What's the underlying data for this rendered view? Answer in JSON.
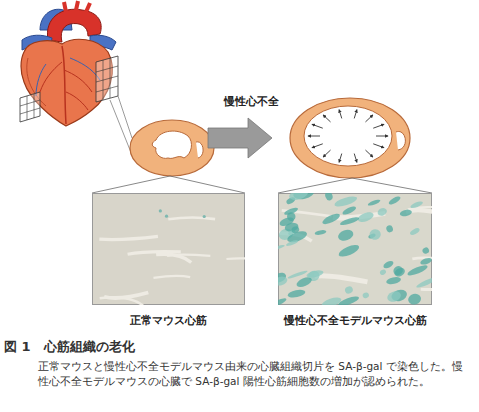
{
  "diagram": {
    "title": "図 1　心筋組織の老化",
    "caption": "正常マウスと慢性心不全モデルマウス由来の心臓組織切片を SA-β-gal で染色した。慢性心不全モデルマウスの心臓で SA-β-gal 陽性心筋細胞数の増加が認められた。",
    "nodes": [
      {
        "text": [
          "正常マウス心筋"
        ]
      },
      {
        "text": [
          "慢性心不全モデルマウス心筋"
        ]
      }
    ],
    "labels": [
      "慢性心不全"
    ]
  }
}
